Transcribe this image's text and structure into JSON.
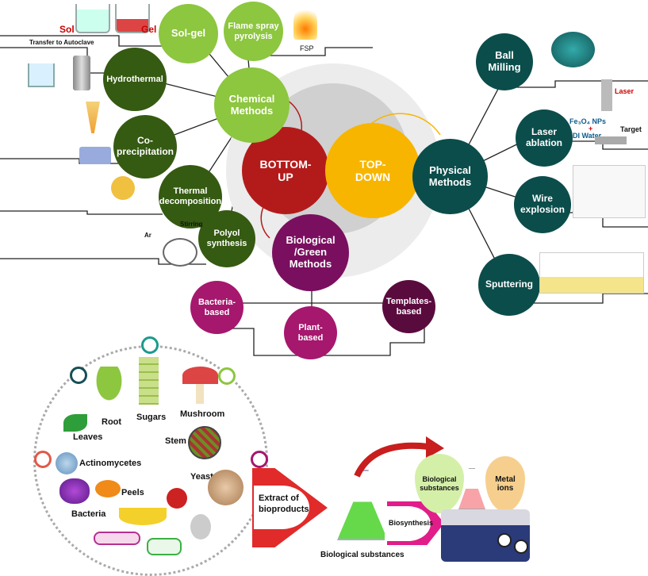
{
  "colors": {
    "chemical_dark": "#355a12",
    "chemical_light": "#8dc63f",
    "bottom_up": "#b31b1b",
    "top_down": "#f7b500",
    "physical": "#0b4d4b",
    "biological": "#7a0f5f",
    "bio_leaf": "#a6176e",
    "templates": "#5a0b3e"
  },
  "center": {
    "bottom_up": "BOTTOM-\nUP",
    "top_down": "TOP-\nDOWN"
  },
  "chemical": {
    "hub": "Chemical\nMethods",
    "sol_gel": "Sol-gel",
    "flame_spray": "Flame spray\npyrolysis",
    "hydrothermal": "Hydrothermal",
    "coprecipitation": "Co-\nprecipitation",
    "thermal": "Thermal\ndecomposition",
    "polyol": "Polyol\nsynthesis"
  },
  "physical": {
    "hub": "Physical\nMethods",
    "ball_milling": "Ball\nMilling",
    "laser": "Laser\nablation",
    "wire": "Wire\nexplosion",
    "sputtering": "Sputtering"
  },
  "biological": {
    "hub": "Biological\n/Green\nMethods",
    "bacteria": "Bacteria-\nbased",
    "plant": "Plant-\nbased",
    "templates": "Templates-\nbased"
  },
  "illustration_labels": {
    "sol": "Sol",
    "gel": "Gel",
    "transfer": "Transfer to Autoclave",
    "fsp": "FSP",
    "laser_word": "Laser",
    "fe3o4": "Fe₃O₄ NPs",
    "plus": "+",
    "di_water": "DI Water",
    "target": "Target",
    "stirring": "Stirring",
    "ar": "Ar"
  },
  "bio_sources": {
    "root": "Root",
    "sugars": "Sugars",
    "mushroom": "Mushroom",
    "leaves": "Leaves",
    "stem": "Stem",
    "actinomycetes": "Actinomycetes",
    "yeast": "Yeast",
    "peels": "Peels",
    "bacteria": "Bacteria"
  },
  "process": {
    "extract": "Extract of\nbioproducts",
    "biological_substances": "Biological substances",
    "biosynthesis": "Biosynthesis",
    "bio_sub_bubble": "Biological\nsubstances",
    "metal_ions": "Metal\nions"
  }
}
